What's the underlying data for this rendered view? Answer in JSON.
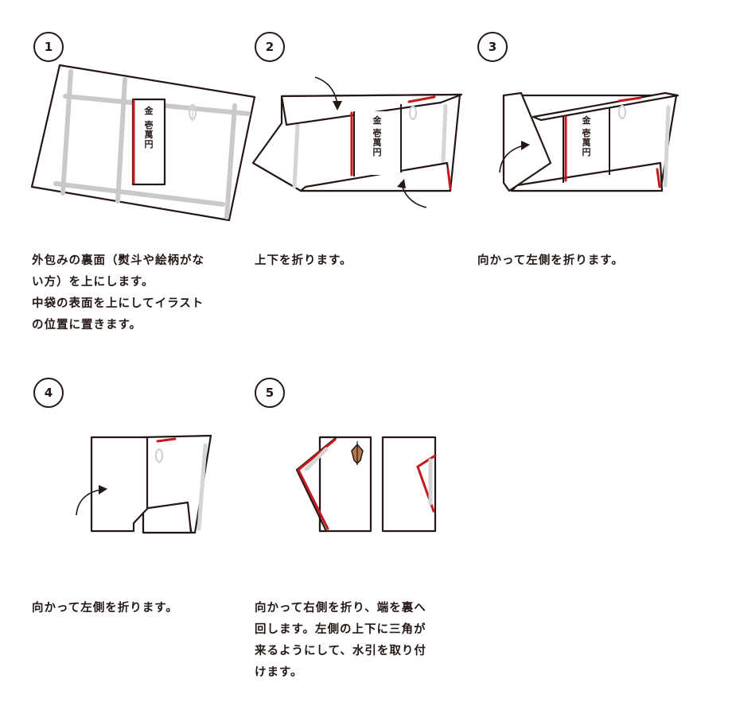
{
  "steps": [
    {
      "number": "1",
      "caption": "外包みの裏面（熨斗や絵柄がな\nい方）を上にします。\n中袋の表面を上にしてイラスト\nの位置に置きます。"
    },
    {
      "number": "2",
      "caption": "上下を折ります。"
    },
    {
      "number": "3",
      "caption": "向かって左側を折ります。"
    },
    {
      "number": "4",
      "caption": "向かって左側を折ります。"
    },
    {
      "number": "5",
      "caption": "向かって右側を折り、端を裏へ\n回します。左側の上下に三角が\n来るようにして、水引を取り付\nけます。"
    }
  ],
  "envelope_text": {
    "kin": "金",
    "amount_chars": [
      "壱",
      "萬",
      "円"
    ]
  },
  "colors": {
    "ink": "#231815",
    "accent_red": "#c8161d",
    "fold_gray": "#c9c9c9"
  }
}
